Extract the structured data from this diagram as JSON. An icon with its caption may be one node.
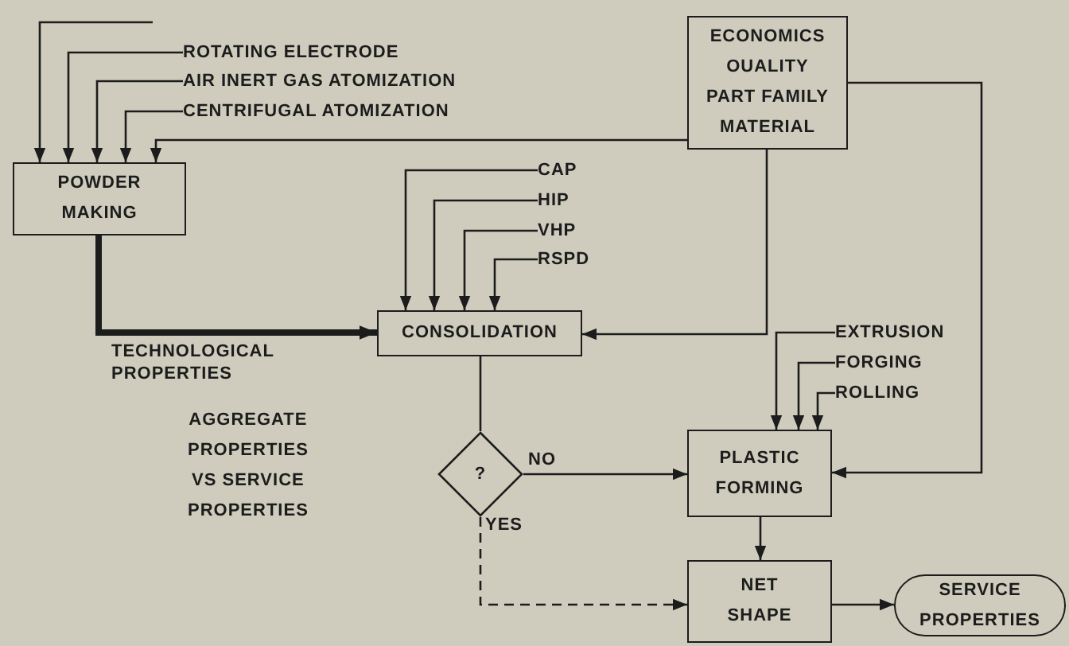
{
  "diagram": {
    "nodes": [
      {
        "text": [
          "POWDER MAKING"
        ]
      },
      {
        "text": [
          "ROTATING ELECTRODE"
        ]
      },
      {
        "text": [
          "AIR INERT GAS ATOMIZATION"
        ]
      },
      {
        "text": [
          "CENTRIFUGAL ATOMIZATION"
        ]
      },
      {
        "text": [
          "ECONOMICS",
          "OUALITY",
          "PART FAMILY",
          "MATERIAL"
        ]
      },
      {
        "text": [
          "CAP"
        ]
      },
      {
        "text": [
          "HIP"
        ]
      },
      {
        "text": [
          "VHP"
        ]
      },
      {
        "text": [
          "RSPD"
        ]
      },
      {
        "text": [
          "CONSOLIDATION"
        ]
      },
      {
        "text": [
          "?"
        ]
      },
      {
        "text": [
          "EXTRUSION"
        ]
      },
      {
        "text": [
          "FORGING"
        ]
      },
      {
        "text": [
          "ROLLING"
        ]
      },
      {
        "text": [
          "PLASTIC FORMING"
        ]
      },
      {
        "text": [
          "NET SHAPE"
        ]
      },
      {
        "text": [
          "SERVICE PROPERTIES"
        ]
      }
    ],
    "edges": [
      {
        "from": null,
        "to": 0,
        "arrow": "to"
      },
      {
        "from": 1,
        "to": 0,
        "arrow": "to"
      },
      {
        "from": 2,
        "to": 0,
        "arrow": "to"
      },
      {
        "from": 3,
        "to": 0,
        "arrow": "to"
      },
      {
        "from": 4,
        "to": 0,
        "arrow": "to"
      },
      {
        "from": 5,
        "to": 9,
        "arrow": "to"
      },
      {
        "from": 6,
        "to": 9,
        "arrow": "to"
      },
      {
        "from": 7,
        "to": 9,
        "arrow": "to"
      },
      {
        "from": 8,
        "to": 9,
        "arrow": "to"
      },
      {
        "from": 0,
        "to": 9,
        "arrow": "to",
        "label": "TECHNOLOGICAL PROPERTIES",
        "style": "thick"
      },
      {
        "from": 4,
        "to": 9,
        "arrow": "to"
      },
      {
        "from": 9,
        "to": 10,
        "arrow": "none"
      },
      {
        "from": 10,
        "to": 14,
        "arrow": "to",
        "label": "NO"
      },
      {
        "from": 10,
        "to": 15,
        "arrow": "to",
        "label": "YES",
        "style": "dashed"
      },
      {
        "from": 11,
        "to": 14,
        "arrow": "to"
      },
      {
        "from": 12,
        "to": 14,
        "arrow": "to"
      },
      {
        "from": 13,
        "to": 14,
        "arrow": "to"
      },
      {
        "from": 4,
        "to": 14,
        "arrow": "to"
      },
      {
        "from": 14,
        "to": 15,
        "arrow": "to"
      },
      {
        "from": 15,
        "to": 16,
        "arrow": "to"
      }
    ],
    "labels": [
      "AGGREGATE PROPERTIES VS SERVICE PROPERTIES"
    ]
  }
}
